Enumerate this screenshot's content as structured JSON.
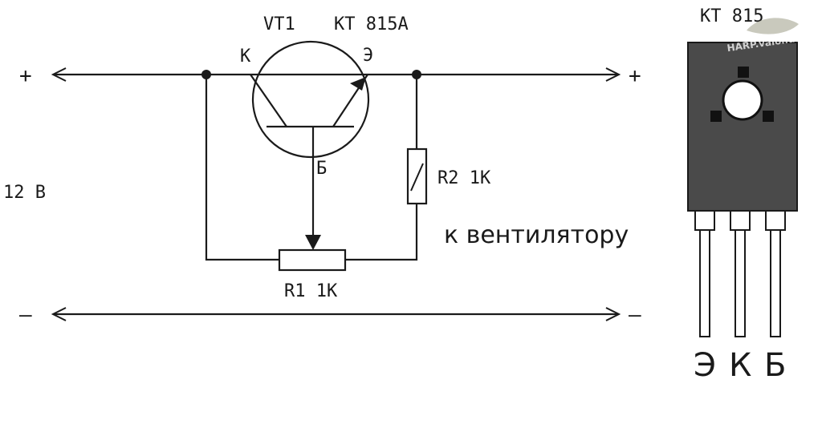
{
  "labels": {
    "transistor_ref": "VT1",
    "transistor_type": "KT 815A",
    "collector": "К",
    "emitter": "Э",
    "base": "Б",
    "plus_left": "+",
    "plus_right": "+",
    "minus_left": "–",
    "minus_right": "–",
    "voltage": "12 В",
    "r1": "R1  1K",
    "r2": "R2  1K",
    "fan": "к вентилятору"
  },
  "package": {
    "title": "KT 815",
    "pin_emitter": "Э",
    "pin_collector": "К",
    "pin_base": "Б"
  },
  "watermark": {
    "text": "HARP.valor.ua"
  },
  "colors": {
    "ink": "#1a1a1a",
    "package_body": "#4a4a4a",
    "background": "#ffffff"
  }
}
